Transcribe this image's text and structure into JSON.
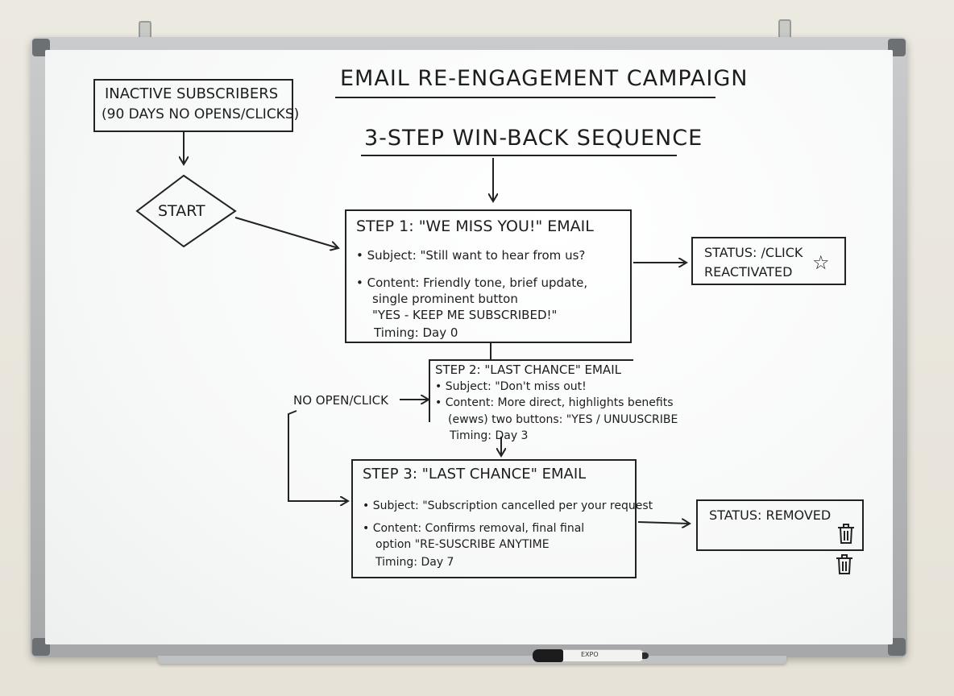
{
  "title": "EMAIL RE-ENGAGEMENT CAMPAIGN",
  "subtitle": "3-STEP WIN-BACK SEQUENCE",
  "inactive_box": {
    "line1": "INACTIVE SUBSCRIBERS",
    "line2": "(90 DAYS NO OPENS/CLICKS)"
  },
  "start_label": "START",
  "no_open_label": "NO OPEN/CLICK",
  "step1": {
    "heading": "STEP 1: \"WE MISS YOU!\" EMAIL",
    "subject": "• Subject: \"Still want to hear from us?",
    "content1": "• Content: Friendly tone, brief update,",
    "content2": "single prominent button",
    "content3": "\"YES - KEEP ME SUBSCRIBED!\"",
    "timing": "Timing: Day 0"
  },
  "step2": {
    "heading": "STEP 2: \"LAST CHANCE\" EMAIL",
    "subject": "• Subject:      \"Don't miss out!",
    "content1": "• Content: More direct, highlights benefits",
    "content2": "(ewws) two buttons: \"YES  /  UNUUSCRIBE",
    "timing": "Timing: Day 3"
  },
  "step3": {
    "heading": "STEP 3: \"LAST CHANCE\" EMAIL",
    "subject": "• Subject: \"Subscription cancelled per your request",
    "content1": "• Content: Confirms removal, final final",
    "content2": "option \"RE-SUSCRIBE      ANYTIME",
    "timing": "Timing: Day 7"
  },
  "status_reactivated": {
    "line1": "STATUS: /CLICK",
    "line2": "REACTIVATED",
    "icon": "star-icon"
  },
  "status_removed": {
    "line1": "STATUS:  REMOVED",
    "icon": "trash-icon"
  },
  "marker_label": "EXPO"
}
